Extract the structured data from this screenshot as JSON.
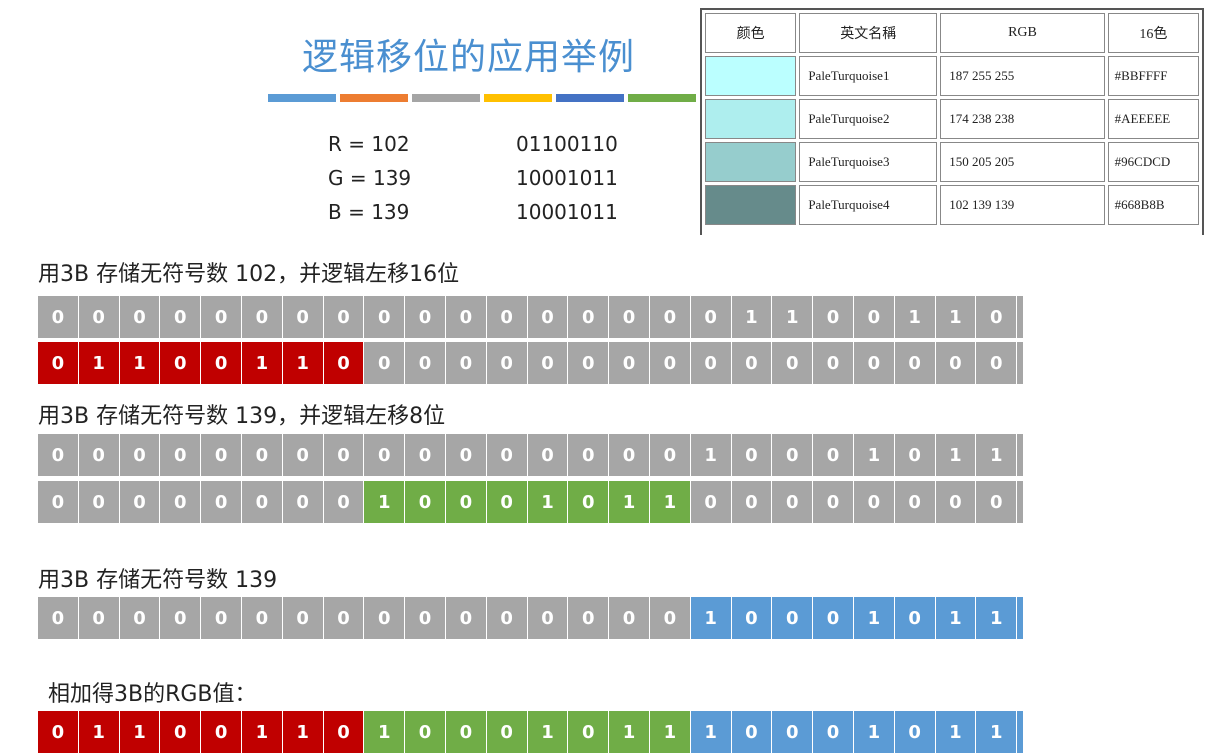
{
  "title": "逻辑移位的应用举例",
  "strip_colors": [
    "#5b9bd5",
    "#ed7d31",
    "#a5a5a5",
    "#ffc000",
    "#4472c4",
    "#70ad47"
  ],
  "rgb": [
    {
      "label": "R = 102",
      "binary": "01100110"
    },
    {
      "label": "G = 139",
      "binary": "10001011"
    },
    {
      "label": "B = 139",
      "binary": "10001011"
    }
  ],
  "table": {
    "headers": [
      "颜色",
      "英文名稱",
      "RGB",
      "16色"
    ],
    "rows": [
      {
        "swatch": "#BBFFFF",
        "name": "PaleTurquoise1",
        "rgb": "187 255 255",
        "hex": "#BBFFFF"
      },
      {
        "swatch": "#AEEEEE",
        "name": "PaleTurquoise2",
        "rgb": "174 238 238",
        "hex": "#AEEEEE"
      },
      {
        "swatch": "#96CDCD",
        "name": "PaleTurquoise3",
        "rgb": "150 205 205",
        "hex": "#96CDCD"
      },
      {
        "swatch": "#668B8B",
        "name": "PaleTurquoise4",
        "rgb": "102 139 139",
        "hex": "#668B8B"
      }
    ]
  },
  "headings": {
    "h1": "用3B 存储无符号数 102，并逻辑左移16位",
    "h2": "用3B 存储无符号数 139，并逻辑左移8位",
    "h3": "用3B 存储无符号数 139",
    "h4": "相加得3B的RGB值："
  },
  "bitrows": [
    {
      "bits": "000000000000000001100110",
      "colors": "gggggggggggggggggggggggg",
      "end": "gray"
    },
    {
      "bits": "011001100000000000000000",
      "colors": "rrrrrrrrgggggggggggggggg",
      "end": "gray"
    },
    {
      "bits": "000000000000000010001011",
      "colors": "gggggggggggggggggggggggg",
      "end": "gray"
    },
    {
      "bits": "000000001000101100000000",
      "colors": "ggggggggGGGGGGGGgggggggg",
      "end": "gray"
    },
    {
      "bits": "000000000000000010001011",
      "colors": "ggggggggggggggggbbbbbbbb",
      "end": "blue"
    },
    {
      "bits": "011001101000101110001011",
      "colors": "rrrrrrrrGGGGGGGGbbbbbbbb",
      "end": "blue"
    }
  ]
}
